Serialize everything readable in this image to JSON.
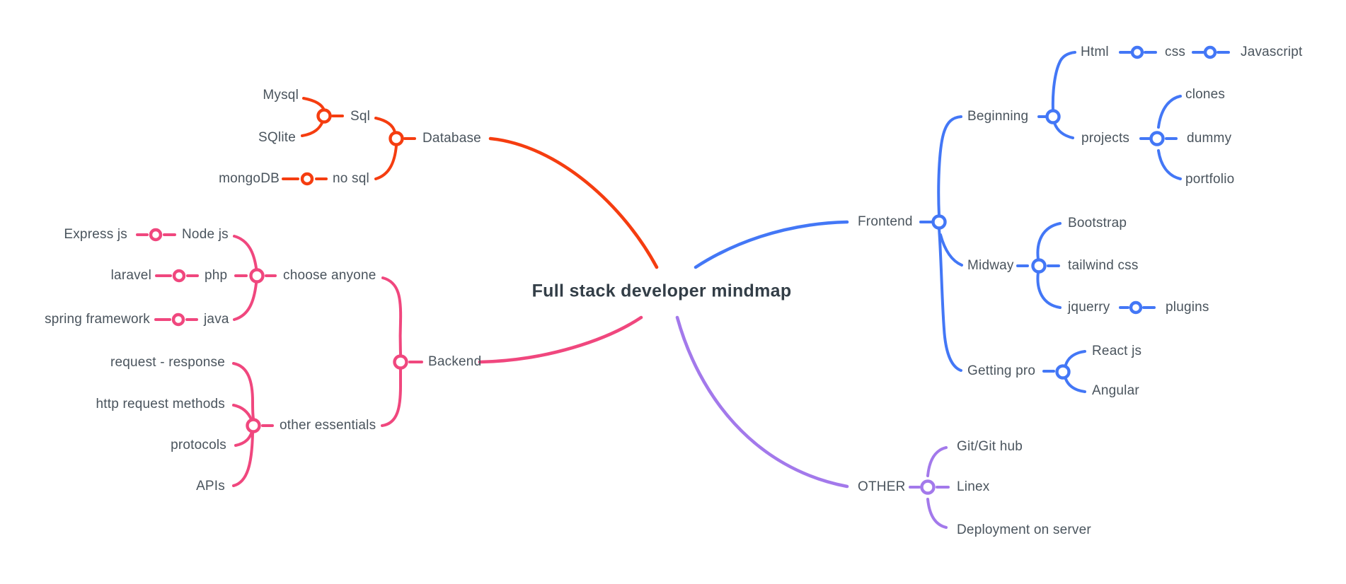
{
  "title": "Full stack developer mindmap",
  "colors": {
    "database": "#F53D10",
    "backend": "#F0477E",
    "frontend": "#4377F6",
    "other": "#A379EB",
    "text": "#4A545D",
    "title": "#333E47"
  },
  "mindmap": {
    "branches": [
      {
        "label": "Database",
        "children": [
          {
            "label": "Sql",
            "children": [
              {
                "label": "Mysql"
              },
              {
                "label": "SQlite"
              }
            ]
          },
          {
            "label": "no sql",
            "children": [
              {
                "label": "mongoDB"
              }
            ]
          }
        ]
      },
      {
        "label": "Backend",
        "children": [
          {
            "label": "choose anyone",
            "children": [
              {
                "label": "Node js",
                "children": [
                  {
                    "label": "Express js"
                  }
                ]
              },
              {
                "label": "php",
                "children": [
                  {
                    "label": "laravel"
                  }
                ]
              },
              {
                "label": "java",
                "children": [
                  {
                    "label": "spring framework"
                  }
                ]
              }
            ]
          },
          {
            "label": "other essentials",
            "children": [
              {
                "label": "request - response"
              },
              {
                "label": "http request methods"
              },
              {
                "label": "protocols"
              },
              {
                "label": "APIs"
              }
            ]
          }
        ]
      },
      {
        "label": "Frontend",
        "children": [
          {
            "label": "Beginning",
            "children": [
              {
                "label": "Html",
                "children": [
                  {
                    "label": "css",
                    "children": [
                      {
                        "label": "Javascript"
                      }
                    ]
                  }
                ]
              },
              {
                "label": "projects",
                "children": [
                  {
                    "label": "clones"
                  },
                  {
                    "label": "dummy"
                  },
                  {
                    "label": "portfolio"
                  }
                ]
              }
            ]
          },
          {
            "label": "Midway",
            "children": [
              {
                "label": "Bootstrap"
              },
              {
                "label": "tailwind css"
              },
              {
                "label": "jquerry",
                "children": [
                  {
                    "label": "plugins"
                  }
                ]
              }
            ]
          },
          {
            "label": "Getting pro",
            "children": [
              {
                "label": "React js"
              },
              {
                "label": "Angular"
              }
            ]
          }
        ]
      },
      {
        "label": "OTHER",
        "children": [
          {
            "label": "Git/Git hub"
          },
          {
            "label": "Linex"
          },
          {
            "label": "Deployment on server"
          }
        ]
      }
    ]
  }
}
